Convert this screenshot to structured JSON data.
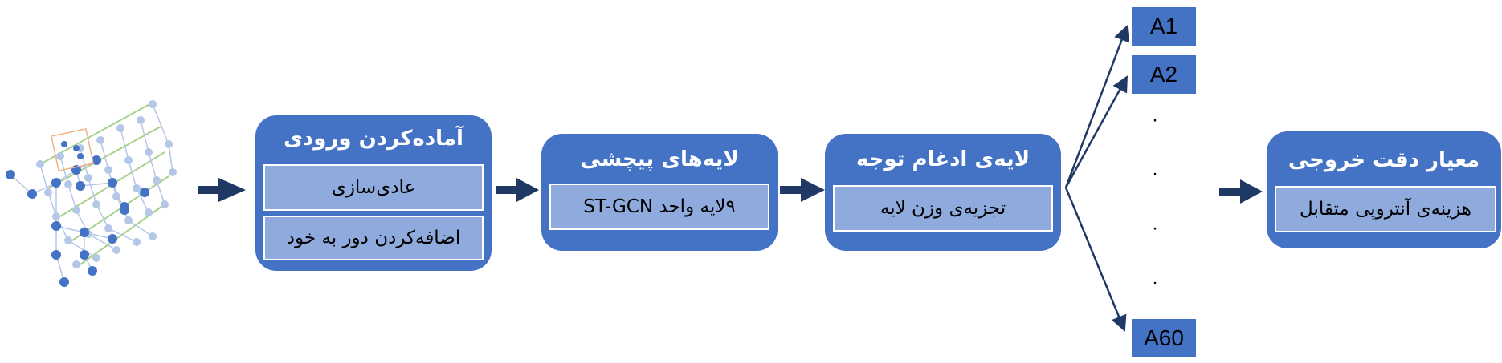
{
  "stages": {
    "input": {
      "title": "آماده‌کردن ورودی",
      "items": [
        "عادی‌سازی",
        "اضافه‌کردن دور به خود"
      ]
    },
    "conv": {
      "title": "لایه‌های پیچشی",
      "items": [
        "۹لایه واحد ST-GCN"
      ]
    },
    "attention": {
      "title": "لایه‌ی ادغام توجه",
      "items": [
        "تجزیه‌ی وزن لایه"
      ]
    },
    "output": {
      "title": "معیار دقت خروجی",
      "items": [
        "هزینه‌ی آنتروپی متقابل"
      ]
    }
  },
  "outputs": {
    "a1": "A1",
    "a2": "A2",
    "a60": "A60",
    "ellipsis": [
      "·",
      "·",
      "·",
      "·"
    ]
  },
  "colors": {
    "stage_fill": "#4472c4",
    "sub_fill": "#8faadc",
    "arrow": "#203864",
    "graph_dark": "#4472c4",
    "graph_light": "#b4c7e7",
    "graph_green": "#a9d18e",
    "graph_highlight": "#f4b183"
  }
}
